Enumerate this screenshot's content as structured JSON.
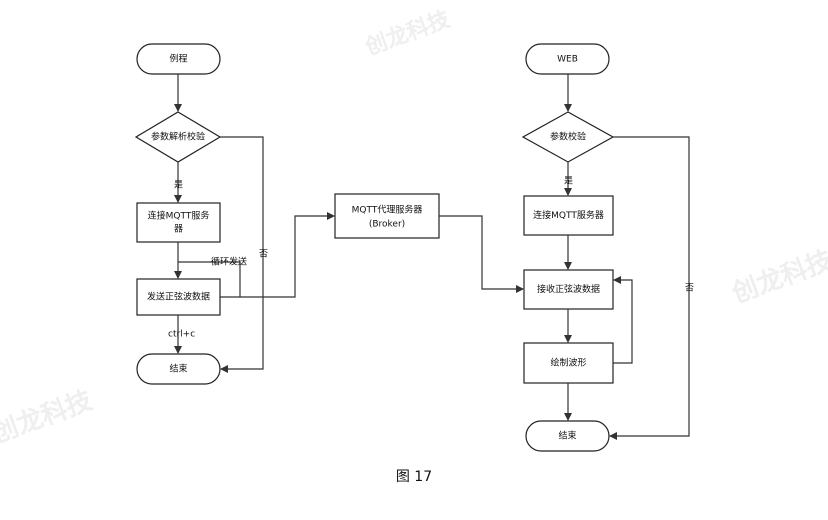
{
  "diagram": {
    "left": {
      "start": "例程",
      "decision": "参数解析校验",
      "connect_line1": "连接MQTT服务",
      "connect_line2": "器",
      "send": "发送正弦波数据",
      "end": "结束",
      "edge_yes": "是",
      "edge_loop": "循环发送",
      "edge_ctrl": "ctrl+c",
      "edge_no": "否"
    },
    "broker": {
      "line1": "MQTT代理服务器",
      "line2": "(Broker)"
    },
    "right": {
      "start": "WEB",
      "decision": "参数校验",
      "connect": "连接MQTT服务器",
      "receive": "接收正弦波数据",
      "draw": "绘制波形",
      "end": "结束",
      "edge_yes": "是",
      "edge_no": "否"
    }
  },
  "caption": "图 17",
  "watermark": "创龙科技"
}
